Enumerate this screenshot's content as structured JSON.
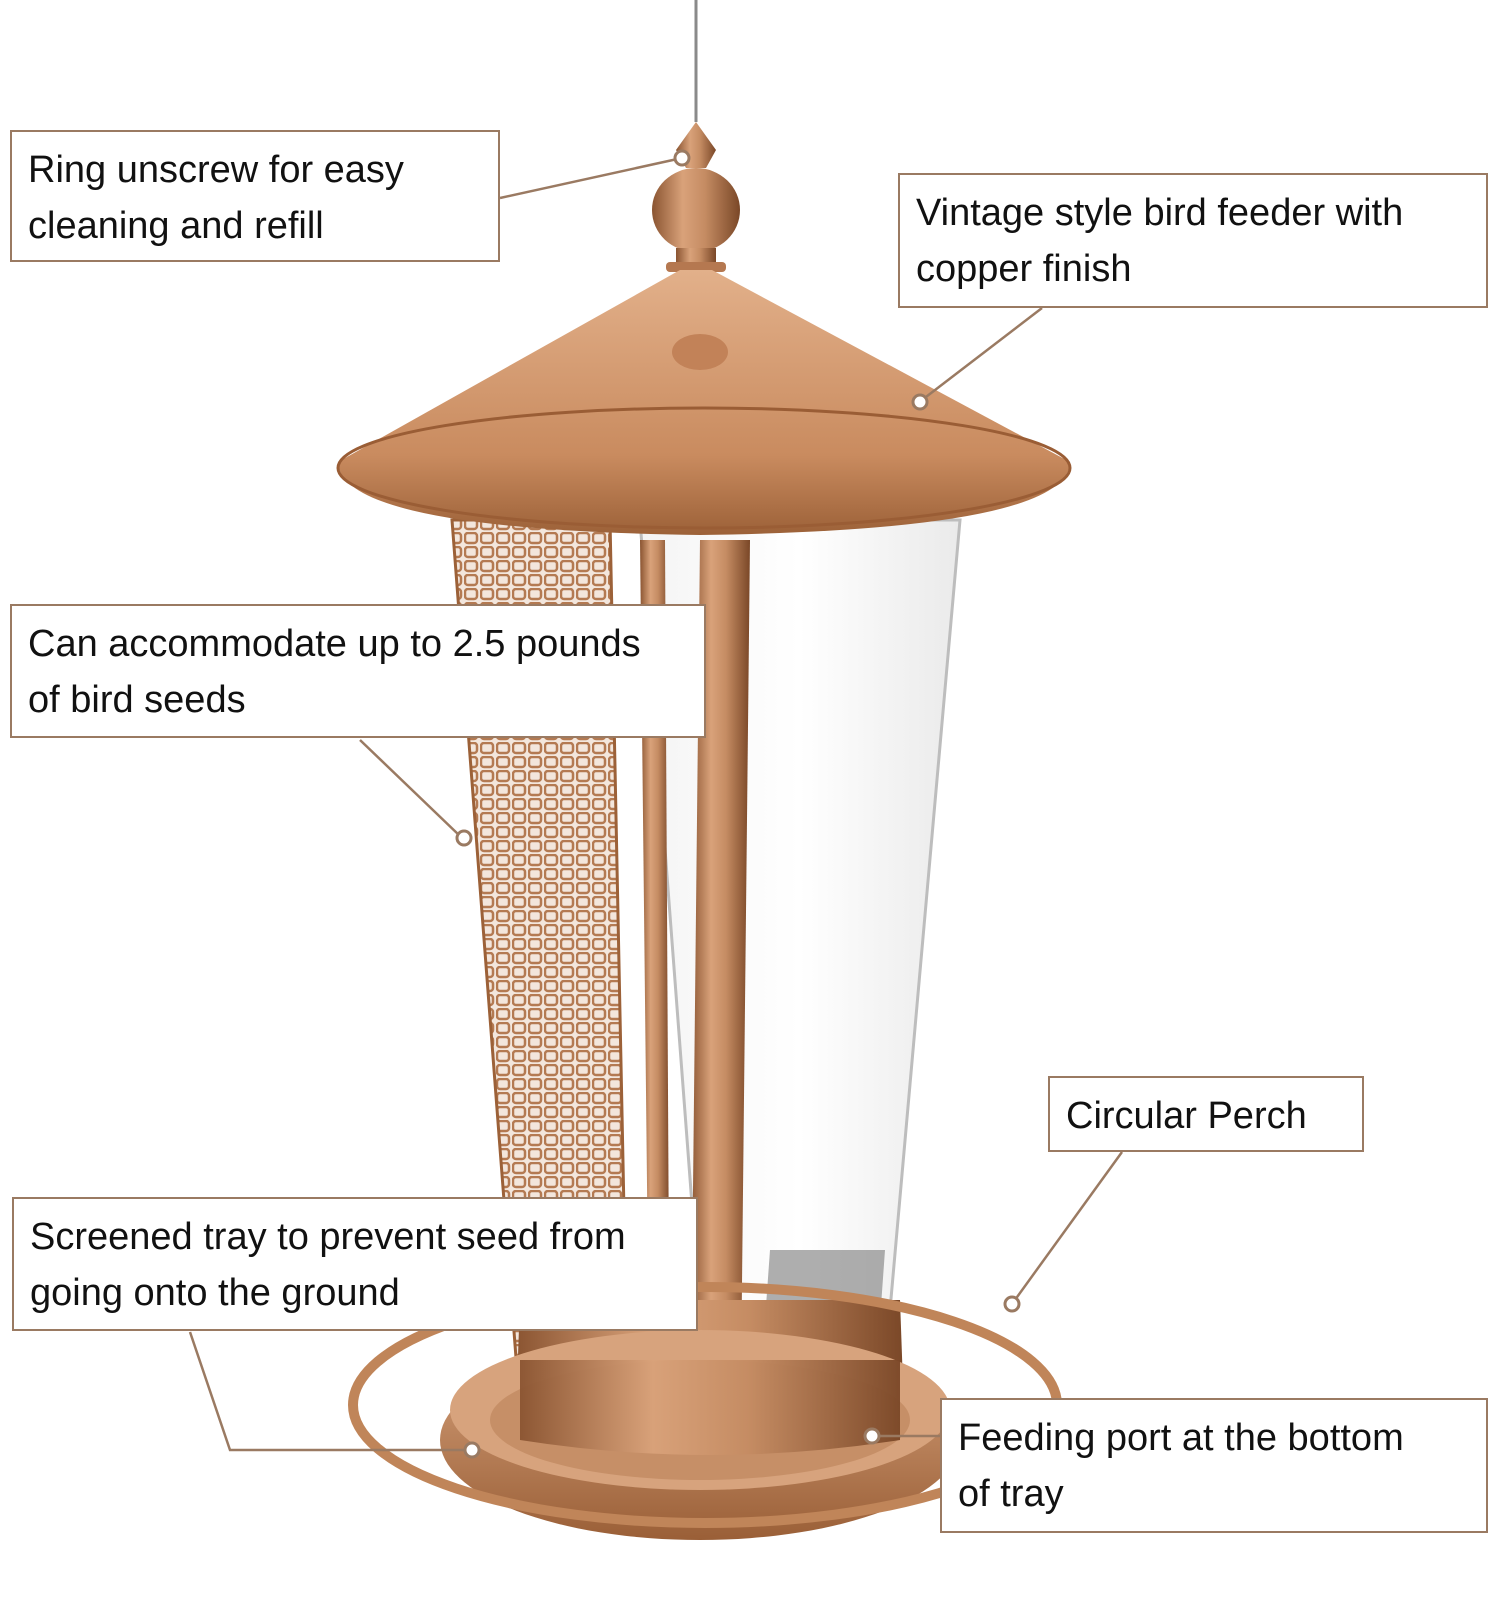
{
  "callouts": {
    "ring": {
      "line1": "Ring unscrew for easy",
      "line2": "cleaning and refill"
    },
    "vintage": {
      "line1": "Vintage style bird feeder with",
      "line2": "copper finish"
    },
    "capacity": {
      "line1": "Can accommodate up to 2.5 pounds",
      "line2": "of bird seeds"
    },
    "perch": {
      "line1": "Circular Perch"
    },
    "tray": {
      "line1": "Screened tray to prevent seed from",
      "line2": "going onto the ground"
    },
    "port": {
      "line1": "Feeding port at the bottom",
      "line2": "of tray"
    }
  },
  "colors": {
    "copper": "#b87d55",
    "copper_dark": "#7a4a2a",
    "copper_light": "#e2b08a",
    "callout_border": "#9a7a62",
    "leader_line": "#9a7a62"
  },
  "icons": [
    "finial-ring-icon",
    "copper-roof-icon",
    "mesh-tube-icon",
    "seed-tube-icon",
    "tray-icon",
    "perch-ring-icon"
  ]
}
